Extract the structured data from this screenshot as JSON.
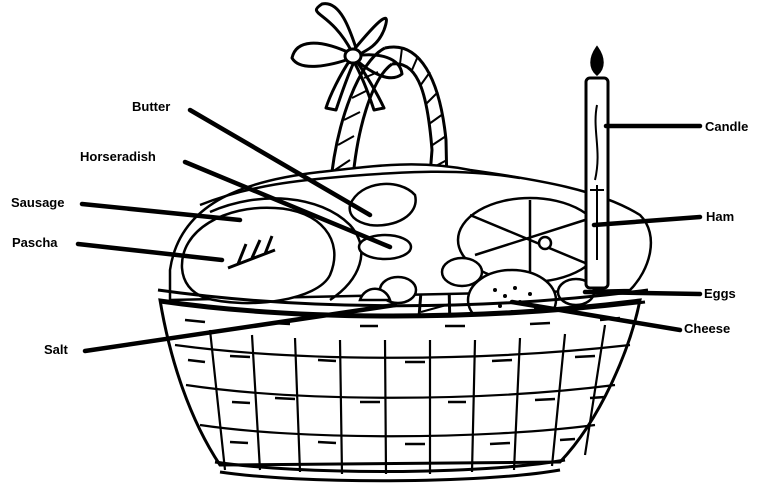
{
  "labels": {
    "butter": "Butter",
    "horseradish": "Horseradish",
    "sausage": "Sausage",
    "pascha": "Pascha",
    "salt": "Salt",
    "candle": "Candle",
    "ham": "Ham",
    "eggs": "Eggs",
    "cheese": "Cheese"
  }
}
